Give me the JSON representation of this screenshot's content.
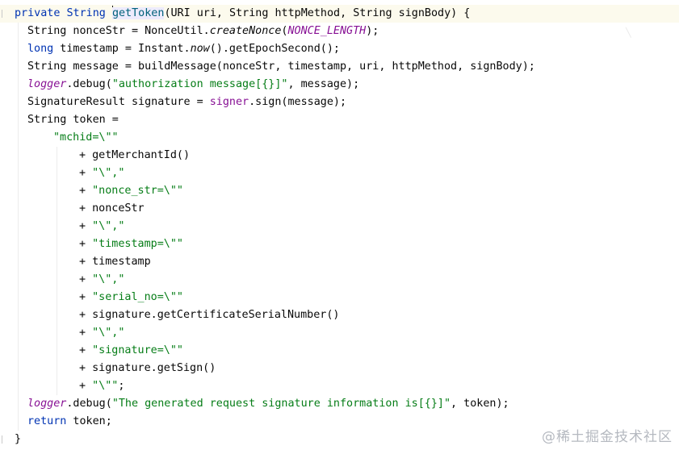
{
  "editor": {
    "lines": [
      {
        "indent": 0,
        "tokens": [
          {
            "t": "private",
            "c": "kw"
          },
          {
            "t": " "
          },
          {
            "t": "String",
            "c": "kw"
          },
          {
            "t": " "
          },
          {
            "t": "caret",
            "c": "caret"
          },
          {
            "t": "getToken",
            "c": "mth hl"
          },
          {
            "t": "(URI uri, String httpMethod, String signBody) {"
          }
        ]
      },
      {
        "indent": 1,
        "tokens": [
          {
            "t": "String nonceStr = NonceUtil."
          },
          {
            "t": "createNonce",
            "c": "it"
          },
          {
            "t": "("
          },
          {
            "t": "NONCE_LENGTH",
            "c": "fld"
          },
          {
            "t": ");"
          }
        ]
      },
      {
        "indent": 1,
        "tokens": [
          {
            "t": "long",
            "c": "kw"
          },
          {
            "t": " timestamp = Instant."
          },
          {
            "t": "now",
            "c": "it"
          },
          {
            "t": "().getEpochSecond();"
          }
        ]
      },
      {
        "indent": 1,
        "tokens": [
          {
            "t": "String message = buildMessage(nonceStr, timestamp, uri, httpMethod, signBody);"
          }
        ]
      },
      {
        "indent": 1,
        "tokens": [
          {
            "t": "logger",
            "c": "fld"
          },
          {
            "t": ".debug("
          },
          {
            "t": "\"authorization message[{}]\"",
            "c": "str"
          },
          {
            "t": ", message);"
          }
        ]
      },
      {
        "indent": 1,
        "tokens": [
          {
            "t": "SignatureResult signature = "
          },
          {
            "t": "signer",
            "c": "pu"
          },
          {
            "t": ".sign(message);"
          }
        ]
      },
      {
        "indent": 1,
        "tokens": [
          {
            "t": "String token ="
          }
        ]
      },
      {
        "indent": 2,
        "tokens": [
          {
            "t": "\"mchid=\\\"\"",
            "c": "str"
          }
        ]
      },
      {
        "indent": 3,
        "tokens": [
          {
            "t": "+ getMerchantId()"
          }
        ]
      },
      {
        "indent": 3,
        "tokens": [
          {
            "t": "+ "
          },
          {
            "t": "\"\\\",\"",
            "c": "str"
          }
        ]
      },
      {
        "indent": 3,
        "tokens": [
          {
            "t": "+ "
          },
          {
            "t": "\"nonce_str=\\\"\"",
            "c": "str"
          }
        ]
      },
      {
        "indent": 3,
        "tokens": [
          {
            "t": "+ nonceStr"
          }
        ]
      },
      {
        "indent": 3,
        "tokens": [
          {
            "t": "+ "
          },
          {
            "t": "\"\\\",\"",
            "c": "str"
          }
        ]
      },
      {
        "indent": 3,
        "tokens": [
          {
            "t": "+ "
          },
          {
            "t": "\"timestamp=\\\"\"",
            "c": "str"
          }
        ]
      },
      {
        "indent": 3,
        "tokens": [
          {
            "t": "+ timestamp"
          }
        ]
      },
      {
        "indent": 3,
        "tokens": [
          {
            "t": "+ "
          },
          {
            "t": "\"\\\",\"",
            "c": "str"
          }
        ]
      },
      {
        "indent": 3,
        "tokens": [
          {
            "t": "+ "
          },
          {
            "t": "\"serial_no=\\\"\"",
            "c": "str"
          }
        ]
      },
      {
        "indent": 3,
        "tokens": [
          {
            "t": "+ signature.getCertificateSerialNumber()"
          }
        ]
      },
      {
        "indent": 3,
        "tokens": [
          {
            "t": "+ "
          },
          {
            "t": "\"\\\",\"",
            "c": "str"
          }
        ]
      },
      {
        "indent": 3,
        "tokens": [
          {
            "t": "+ "
          },
          {
            "t": "\"signature=\\\"\"",
            "c": "str"
          }
        ]
      },
      {
        "indent": 3,
        "tokens": [
          {
            "t": "+ signature.getSign()"
          }
        ]
      },
      {
        "indent": 3,
        "tokens": [
          {
            "t": "+ "
          },
          {
            "t": "\"\\\"\"",
            "c": "str"
          },
          {
            "t": ";"
          }
        ]
      },
      {
        "indent": 1,
        "tokens": [
          {
            "t": "logger",
            "c": "fld"
          },
          {
            "t": ".debug("
          },
          {
            "t": "\"The generated request signature information is[{}]\"",
            "c": "str"
          },
          {
            "t": ", token);"
          }
        ]
      },
      {
        "indent": 1,
        "tokens": [
          {
            "t": "return",
            "c": "kw"
          },
          {
            "t": " token;"
          }
        ]
      },
      {
        "indent": 0,
        "tokens": [
          {
            "t": "}"
          }
        ]
      }
    ]
  },
  "watermark": "@稀土掘金技术社区",
  "colors": {
    "keyword": "#0033b3",
    "string": "#067d17",
    "field": "#871094",
    "method": "#00627a",
    "text": "#080808",
    "current_line": "#fcfaed",
    "usage_highlight": "#edebfc"
  }
}
